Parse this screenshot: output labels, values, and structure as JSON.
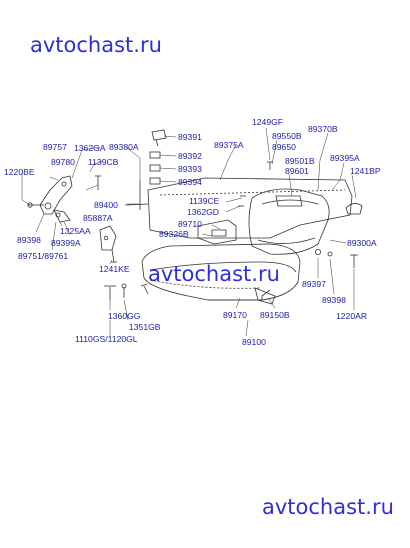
{
  "watermark": {
    "top": "avtochast.ru",
    "middle": "avtochast.ru",
    "bottom": "avtochast.ru"
  },
  "labels": {
    "p89757": "89757",
    "p1362GA": "1362GA",
    "p1220BE": "1220BE",
    "p89780": "89780",
    "p1139CB": "1139CB",
    "p89380A": "89380A",
    "p89391": "89391",
    "p89392": "89392",
    "p89393": "89393",
    "p89394": "89394",
    "p89375A": "89375A",
    "p1249GF": "1249GF",
    "p89550B": "89550B",
    "p89650": "89650",
    "p89370B": "89370B",
    "p89501B": "89501B",
    "p89601": "89601",
    "p89395A": "89395A",
    "p1241BP": "1241BP",
    "p89400": "89400",
    "p1139CE": "1139CE",
    "p1362GD": "1362GD",
    "p85887A": "85887A",
    "p89710": "89710",
    "p89326B": "89326B",
    "p89300A": "89300A",
    "p89398a": "89398",
    "p89399A": "89399A",
    "p1325AA": "1325AA",
    "p89751_89761": "89751/89761",
    "p1241KE": "1241KE",
    "p89397": "89397",
    "p89398b": "89398",
    "p1220AR": "1220AR",
    "p1360GG": "1360GG",
    "p1351GB": "1351GB",
    "p1110GS_1120GL": "1110GS/1120GL",
    "p89170": "89170",
    "p89150B": "89150B",
    "p89100": "89100"
  }
}
